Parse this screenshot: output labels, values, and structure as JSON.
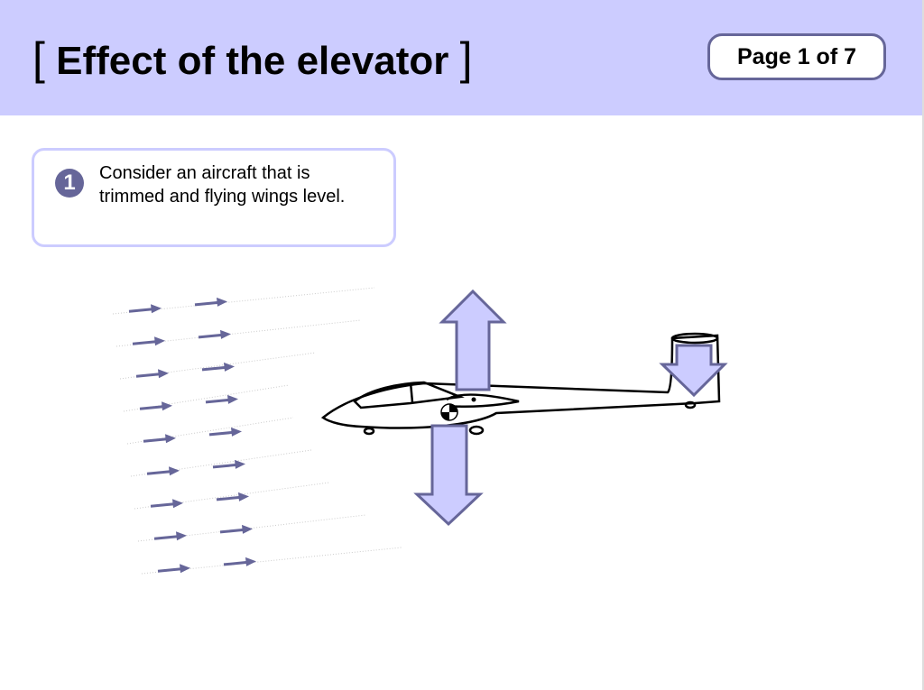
{
  "header": {
    "title_open": "[",
    "title": "Effect of the elevator",
    "title_close": "]",
    "page_label": "Page 1 of 7"
  },
  "step": {
    "number": "1",
    "text": "Consider an aircraft that is trimmed and flying wings level."
  },
  "colors": {
    "header_bg": "#ccccff",
    "accent": "#666699",
    "arrow_fill": "#ccccff",
    "airflow": "#666699"
  },
  "diagram": {
    "airflow_rows": 9,
    "forces": [
      "lift-up",
      "weight-down",
      "tailplane-down"
    ]
  }
}
